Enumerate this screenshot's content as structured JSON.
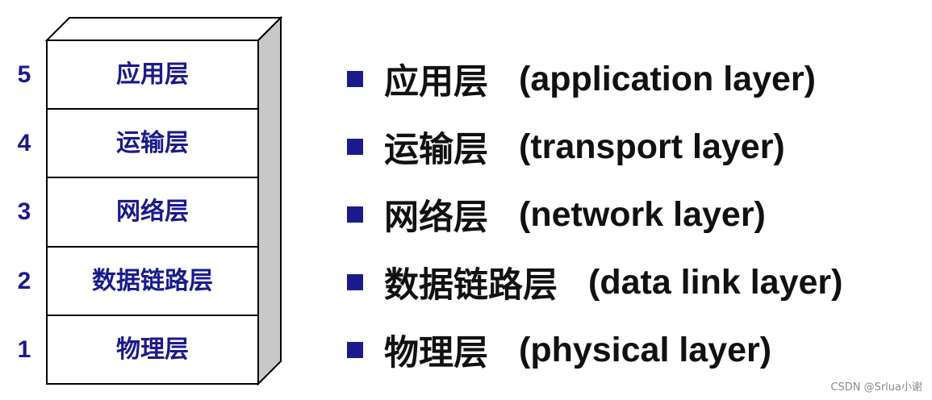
{
  "stack": {
    "layers": [
      {
        "number": "5",
        "label": "应用层"
      },
      {
        "number": "4",
        "label": "运输层"
      },
      {
        "number": "3",
        "label": "网络层"
      },
      {
        "number": "2",
        "label": "数据链路层"
      },
      {
        "number": "1",
        "label": "物理层"
      }
    ]
  },
  "list": {
    "items": [
      {
        "name": "应用层",
        "english": "(application layer)"
      },
      {
        "name": "运输层",
        "english": "(transport layer)"
      },
      {
        "name": "网络层",
        "english": "(network layer)"
      },
      {
        "name": "数据链路层",
        "english": "(data link layer)"
      },
      {
        "name": "物理层",
        "english": "(physical layer)"
      }
    ]
  },
  "colors": {
    "label_blue": "#1a1a8c",
    "box_side": "#c8c8c8",
    "outline": "#000000",
    "text_dark": "#111111"
  },
  "watermark": "CSDN @Srlua小谢"
}
